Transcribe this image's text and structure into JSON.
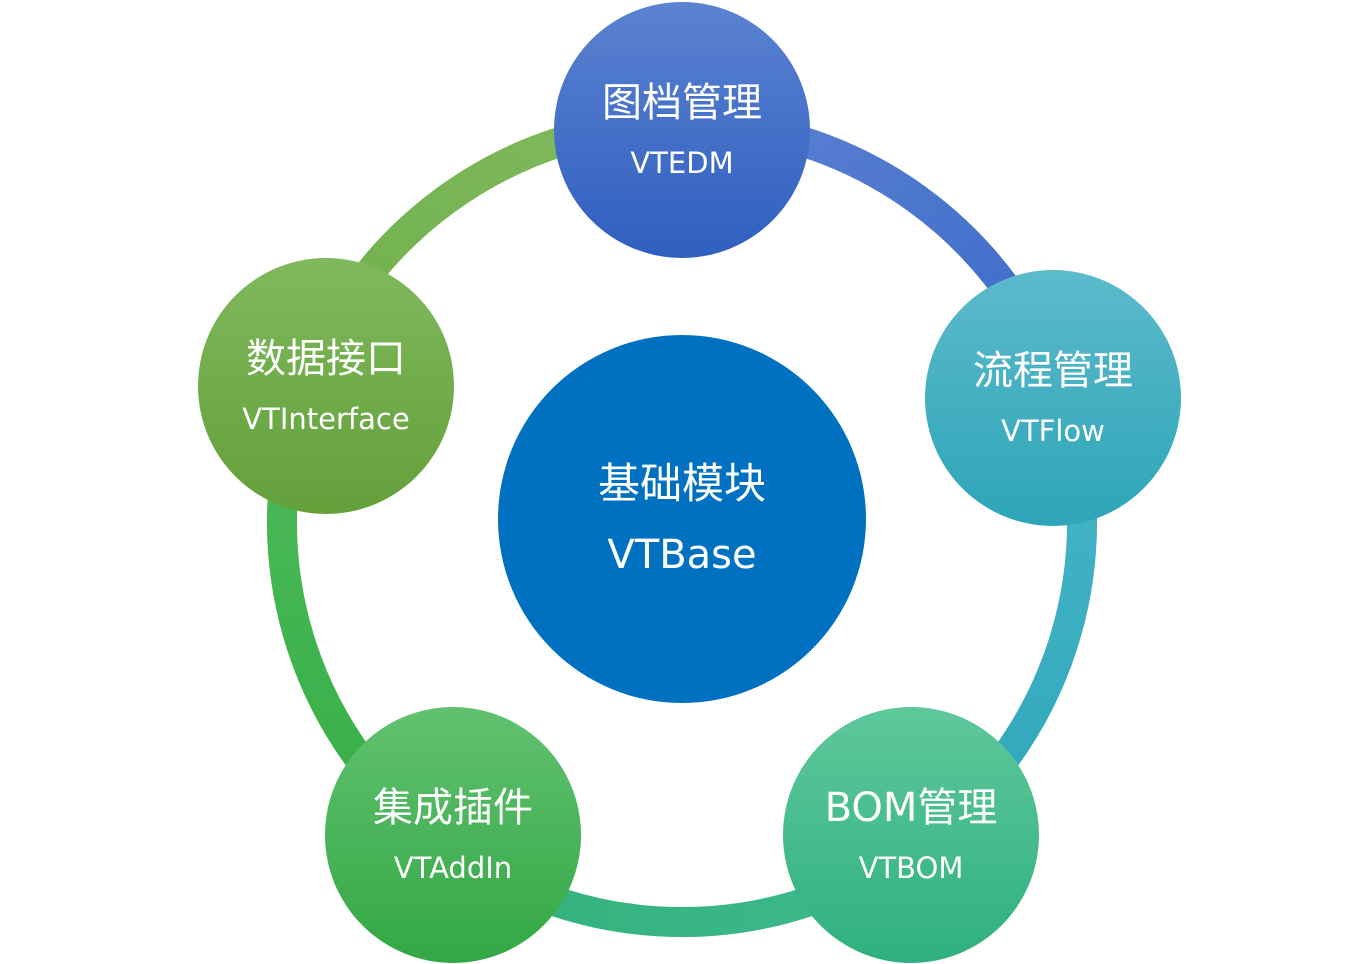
{
  "center": {
    "title": "基础模块",
    "subtitle": "VTBase",
    "color": "#0070c0"
  },
  "modules": [
    {
      "key": "edm",
      "title": "图档管理",
      "subtitle": "VTEDM",
      "color_top": "#5b82d2",
      "color_bottom": "#2f5fbf"
    },
    {
      "key": "flow",
      "title": "流程管理",
      "subtitle": "VTFlow",
      "color_top": "#5cbacb",
      "color_bottom": "#2da5b8"
    },
    {
      "key": "bom",
      "title": "BOM管理",
      "subtitle": "VTBOM",
      "color_top": "#5ec89c",
      "color_bottom": "#2fb07f"
    },
    {
      "key": "addin",
      "title": "集成插件",
      "subtitle": "VTAddIn",
      "color_top": "#62c170",
      "color_bottom": "#33a744"
    },
    {
      "key": "interface",
      "title": "数据接口",
      "subtitle": "VTInterface",
      "color_top": "#80b95d",
      "color_bottom": "#63a03a"
    }
  ]
}
